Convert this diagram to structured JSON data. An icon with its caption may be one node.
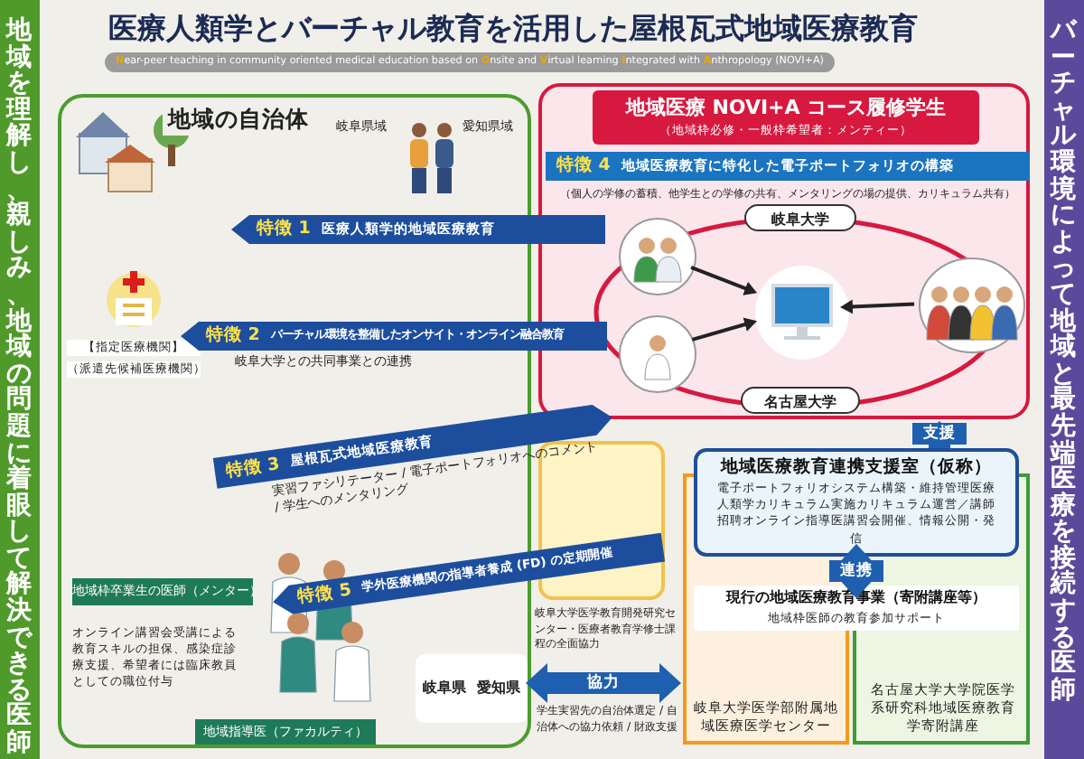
{
  "diagram": {
    "title": "医療人類学とバーチャル教育を活用した屋根瓦式地域医療教育",
    "caption": "**N**ear-peer teaching in community oriented medical education based on **O**nsite and **V**irtual learning **I**ntegrated with **A**nthropology (NOVI+A)",
    "nodes": [
      {
        "text": [
          "地域を理解し、親しみ、地域の問題に着眼して解決できる医師"
        ]
      },
      {
        "text": [
          "バーチャル環境によって地域と最先端医療を接続する医師"
        ]
      },
      {
        "text": [
          "地域の自治体"
        ]
      },
      {
        "text": [
          "【指定医療機関】",
          "（派遣先候補医療機関）"
        ],
        "in": 2
      },
      {
        "text": [
          "地域枠卒業生の医師（メンター）"
        ],
        "in": 2
      },
      {
        "text": [
          "地域指導医（ファカルティ）"
        ],
        "in": 2
      },
      {
        "text": [
          "岐阜県",
          "愛知県"
        ],
        "in": 2
      },
      {
        "text": [
          "特徴 1",
          "医療人類学的地域医療教育"
        ]
      },
      {
        "text": [
          "特徴 2",
          "バーチャル環境を整備したオンサイト・オンライン融合教育"
        ],
        "beside": [
          "岐阜大学との共同事業との連携"
        ]
      },
      {
        "text": [
          "特徴 3",
          "屋根瓦式地域医療教育"
        ],
        "beside": [
          "実習ファシリテーター / 電子ポートフォリオへのコメント / 学生へのメンタリング"
        ]
      },
      {
        "text": [
          "特徴 5",
          "学外医療機関の指導者養成 (FD) の定期開催"
        ]
      },
      {
        "text": [
          "地域医療 NOVI+A コース履修学生",
          "（地域枠必修・一般枠希望者：メンティー）"
        ]
      },
      {
        "text": [
          "特徴 4",
          "地域医療教育に特化した電子ポートフォリオの構築"
        ],
        "in": 11,
        "beside": [
          "（個人の学修の蓄積、他学生との学修の共有、メンタリングの場の提供、カリキュラム共有）"
        ]
      },
      {
        "text": [
          "岐阜大学"
        ],
        "in": 11
      },
      {
        "text": [],
        "shape": "picture",
        "in": 11
      },
      {
        "text": [],
        "shape": "picture",
        "in": 11
      },
      {
        "text": [],
        "shape": "picture",
        "in": 11
      },
      {
        "text": [],
        "shape": "picture",
        "in": 11
      },
      {
        "text": [
          "名古屋大学"
        ],
        "in": 11
      },
      {
        "text": [],
        "shape": "box"
      },
      {
        "text": [
          "岐阜大学医学部附属地域医療医学センター"
        ]
      },
      {
        "text": [
          "名古屋大学大学院医学系研究科地域医療教育学寄附講座"
        ]
      },
      {
        "text": [
          "地域医療教育連携支援室（仮称）",
          "電子ポートフォリオシステム構築・維持管理医療人類学カリキュラム実施カリキュラム運営／講師招聘オンライン指導医講習会開催、情報公開・発信"
        ]
      },
      {
        "text": [
          "現行の地域医療教育事業（寄附講座等）",
          "地域枠医師の教育参加サポート"
        ]
      }
    ],
    "edges": [
      {
        "from": 14,
        "to": 16,
        "arrow": "to"
      },
      {
        "from": 15,
        "to": 16,
        "arrow": "to"
      },
      {
        "from": 17,
        "to": 16,
        "arrow": "to"
      },
      {
        "from": 22,
        "to": 11,
        "arrow": "to",
        "label": "支援",
        "style": "thick",
        "color": "#1f5fb0"
      },
      {
        "from": 22,
        "to": 23,
        "arrow": "both",
        "label": "連携",
        "style": "thick",
        "color": "#1f5fb0"
      },
      {
        "from": 6,
        "to": 20,
        "arrow": "both",
        "label": "協力",
        "style": "thick",
        "color": "#1f5fb0"
      }
    ],
    "labels": [
      "岐阜県域",
      "愛知県域",
      "岐阜大学医学教育開発研究センター・医療者教育学修士課程の全面協力",
      "オンライン講習会受講による教育スキルの担保、感染症診療支援、希望者には臨床教員としての職位付与",
      "学生実習先の自治体選定 / 自治体への協力依頼 / 財政支援"
    ]
  }
}
